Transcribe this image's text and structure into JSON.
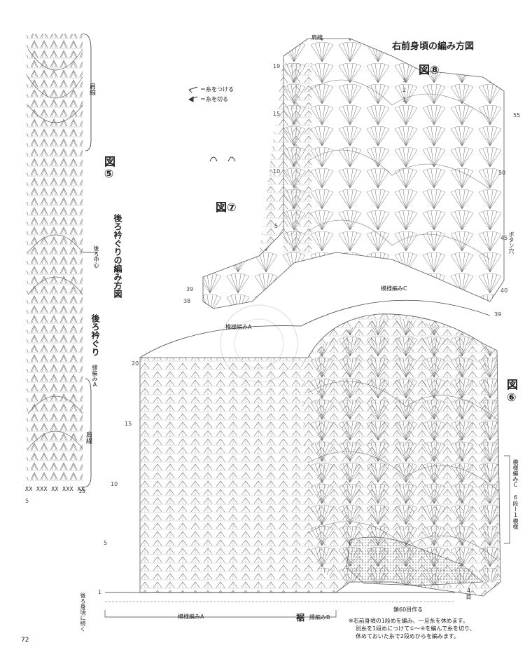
{
  "page_number": "72",
  "fig5": {
    "label": "図⑤",
    "title": "後ろ衿ぐりの編み方図",
    "shoulder_top": "肩線",
    "shoulder_bottom": "肩線",
    "back_center": "後ろ中心",
    "neck_label": "後ろ衿ぐり",
    "edge_a": "縁編みA",
    "row_bottom_left": "5",
    "row_bottom_right": "19",
    "bottom_xs": "XX XXX XX XXX XX"
  },
  "legend": {
    "attach": "＝糸をつける",
    "cut": "＝糸を切る"
  },
  "fig7": {
    "label": "図⑦"
  },
  "fig8": {
    "label": "図⑧",
    "title": "右前身頃の編み方図",
    "shoulder": "肩線",
    "buttonhole": "ボタン穴",
    "rows_left": [
      "19",
      "15",
      "10",
      "5"
    ],
    "rows_right": [
      "55",
      "50",
      "45",
      "40",
      "39"
    ],
    "side_rows": [
      "39",
      "38"
    ],
    "marks": [
      "3",
      "2",
      "1"
    ]
  },
  "fig6": {
    "label": "図⑥",
    "pattern_a": "模様編みA",
    "pattern_c": "模様編みC",
    "pattern_a_bottom": "模様編みA",
    "hem": "裾",
    "edge_b": "縁編みB",
    "chain": "鎖60目作る",
    "width": "4目",
    "rows_left": [
      "20",
      "15",
      "10",
      "5",
      "1"
    ],
    "right_note": "模様編みC 6段ー1模様",
    "back_neck_note": "後ろ身頃に続く"
  },
  "notes": [
    "※右前身頃の1段めを編み、一旦糸を休めます。",
    "別糸を1段めにつけて①〜④を編んで糸を切り、",
    "休めておいた糸で2段めからを編みます。"
  ]
}
